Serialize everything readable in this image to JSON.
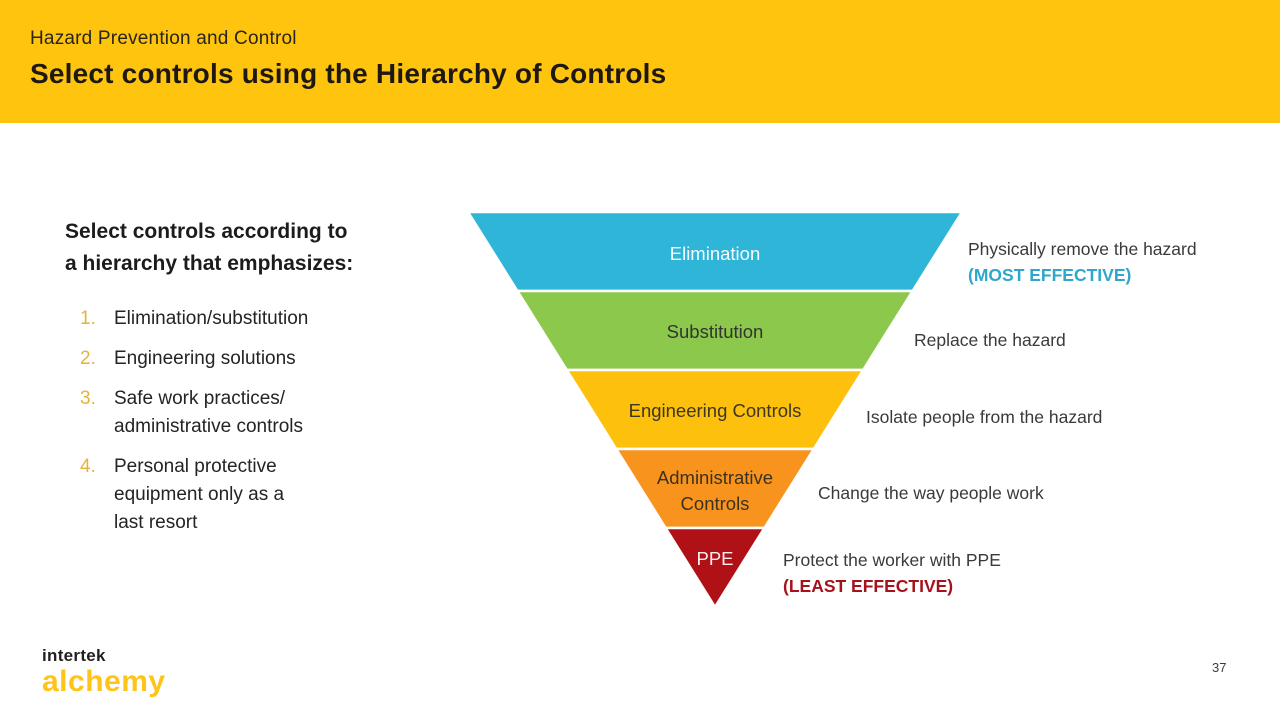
{
  "header": {
    "eyebrow": "Hazard Prevention and Control",
    "title": "Select controls using the Hierarchy of Controls"
  },
  "left": {
    "heading": "Select controls according to\na hierarchy that emphasizes:",
    "items": [
      "Elimination/substitution",
      "Engineering solutions",
      "Safe work practices/\nadministrative controls",
      "Personal protective\nequipment only as a\nlast resort"
    ]
  },
  "funnel": {
    "levels": [
      {
        "label": "Elimination",
        "color": "#2EB5D8",
        "label_color": "#F2FDFF",
        "annotation": "Physically remove the hazard",
        "note": "(MOST EFFECTIVE)",
        "note_color": "#2EA7CB"
      },
      {
        "label": "Substitution",
        "color": "#8CC84B",
        "label_color": "#333333",
        "annotation": "Replace the hazard",
        "note": "",
        "note_color": ""
      },
      {
        "label": "Engineering Controls",
        "color": "#FDC10D",
        "label_color": "#3E3620",
        "annotation": "Isolate people from the hazard",
        "note": "",
        "note_color": ""
      },
      {
        "label": "Administrative\nControls",
        "color": "#F8941D",
        "label_color": "#3A3220",
        "annotation": "Change the way people work",
        "note": "",
        "note_color": ""
      },
      {
        "label": "PPE",
        "color": "#B01117",
        "label_color": "#FFEDED",
        "annotation": "Protect the worker with PPE",
        "note": "(LEAST EFFECTIVE)",
        "note_color": "#A6121B"
      }
    ]
  },
  "colors": {
    "header_bg": "#FFC40D",
    "list_number": "#E7B23B",
    "logo_yellow": "#FFC41A"
  },
  "footer": {
    "logo_primary": "intertek",
    "logo_secondary": "alchemy",
    "page_number": "37"
  }
}
